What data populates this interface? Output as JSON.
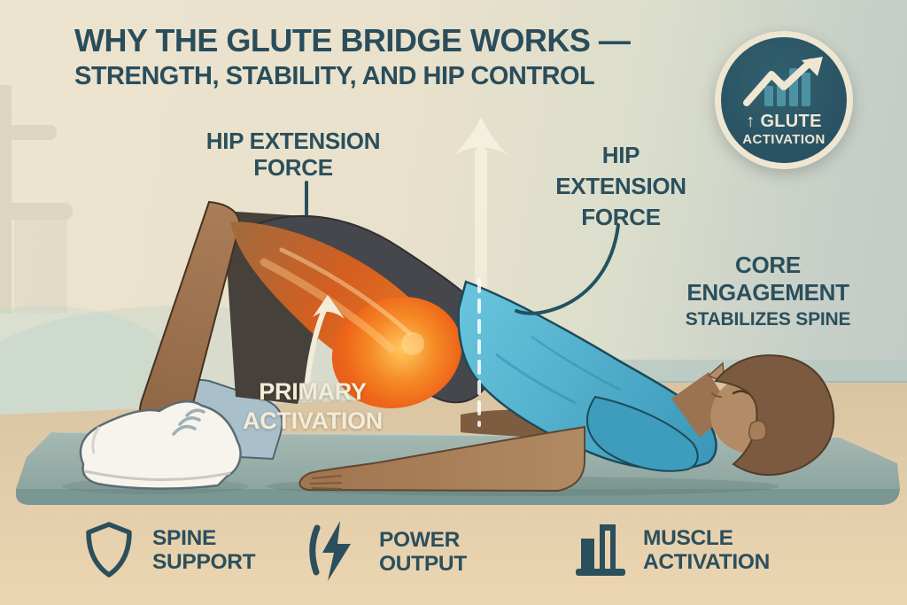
{
  "title": {
    "line1": "WHY THE GLUTE BRIDGE WORKS —",
    "line2": "STRENGTH, STABILITY, AND HIP CONTROL"
  },
  "badge": {
    "icon": "trend-up-chart-icon",
    "line1": "↑ GLUTE",
    "line2": "ACTIVATION"
  },
  "labels": {
    "hip_extension_left": {
      "line1": "HIP EXTENSION",
      "line2": "FORCE"
    },
    "hip_extension_right": {
      "line1": "HIP",
      "line2": "EXTENSION",
      "line3": "FORCE"
    },
    "core": {
      "line1": "CORE",
      "line2": "ENGAGEMENT",
      "line3": "STABILIZES SPINE"
    },
    "primary": {
      "line1": "PRIMARY",
      "line2": "ACTIVATION"
    }
  },
  "footer": {
    "items": [
      {
        "icon": "shield-icon",
        "line1": "SPINE",
        "line2": "SUPPORT"
      },
      {
        "icon": "lightning-icon",
        "line1": "POWER",
        "line2": "OUTPUT"
      },
      {
        "icon": "bar-chart-icon",
        "line1": "MUSCLE",
        "line2": "ACTIVATION"
      }
    ]
  },
  "illustration": {
    "subject": "person performing glute bridge on exercise mat",
    "highlight": "orange glow on glute and hamstring (primary activation)",
    "force_arrow": "large upward arrow from hips",
    "dashed_line": "vertical dashed alignment line at hip/waist"
  },
  "colors": {
    "accent_dark_teal": "#2b4f5c",
    "cream_text": "#f2ecd9",
    "wall_cream": "#e9e1cc",
    "wall_teal": "#c0cac4",
    "floor_tan": "#e6d0ab",
    "mat_gray_green": "#93aaa5",
    "shirt_blue": "#52b2d0",
    "activation_orange": "#f0641c",
    "badge_bg": "#2b5565",
    "badge_ring": "#eee6d1",
    "skin": "#ad8159"
  }
}
